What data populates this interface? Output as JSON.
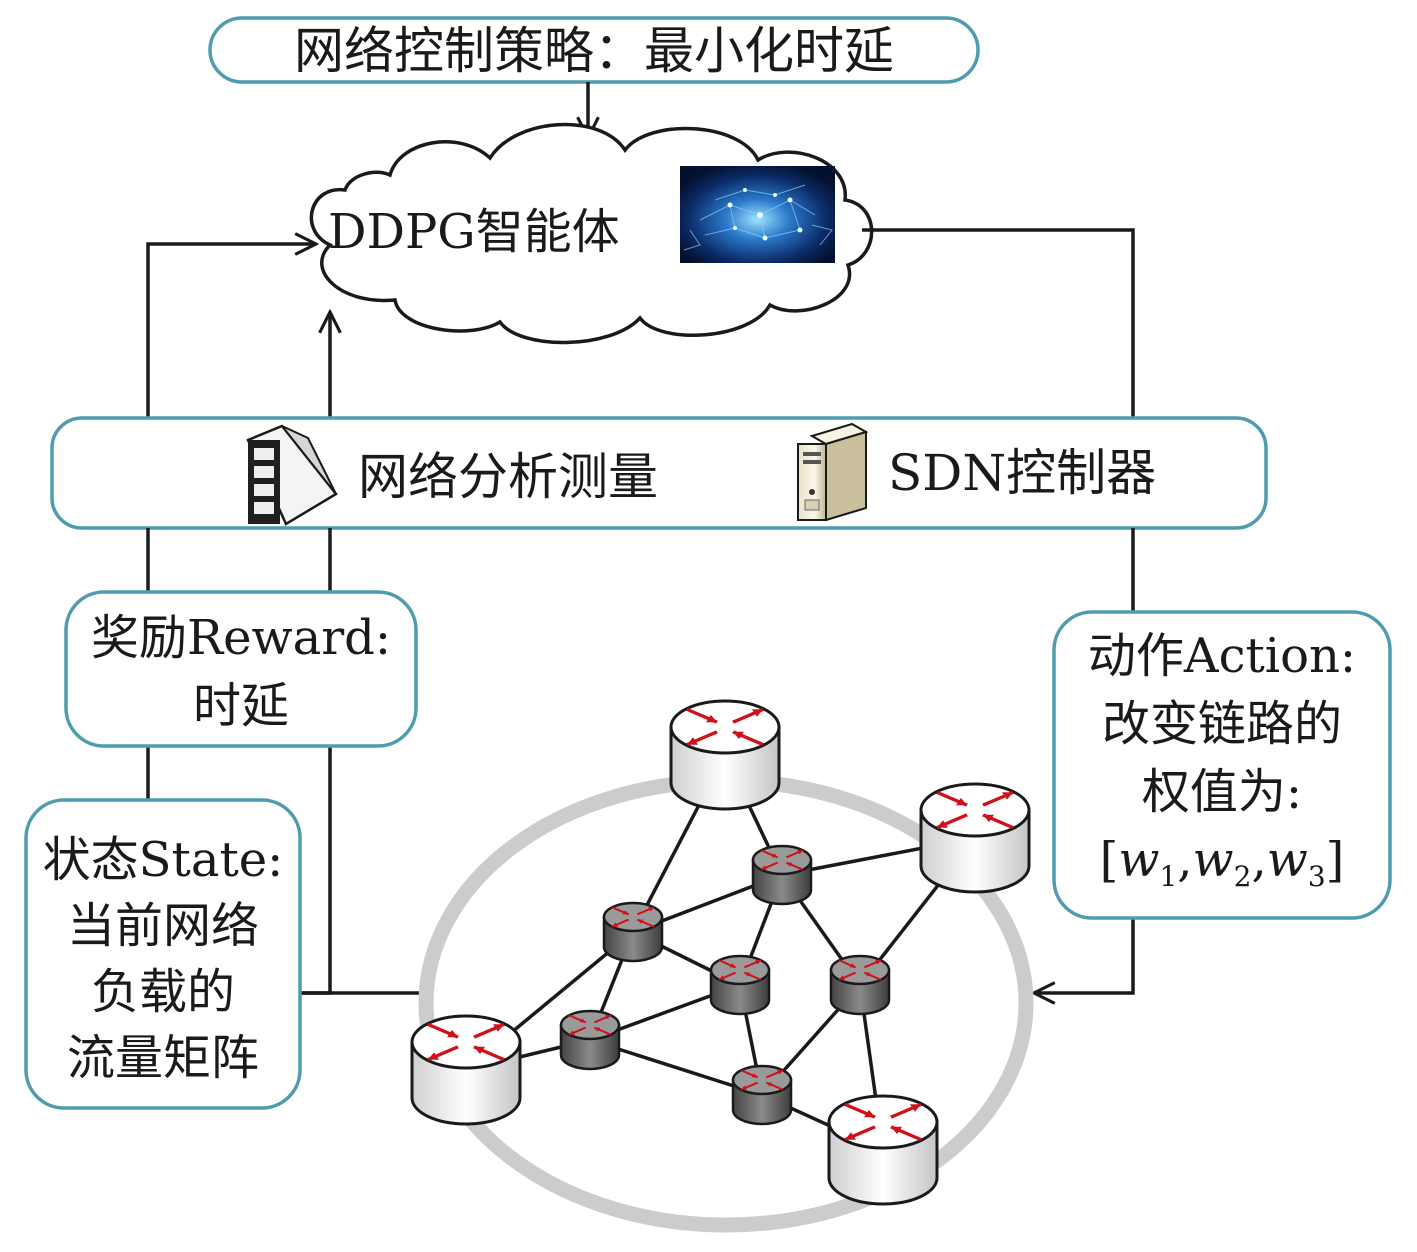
{
  "policy": {
    "text": "网络控制策略：最小化时延"
  },
  "agent": {
    "label": "DDPG智能体",
    "image": "neural-brain-image"
  },
  "platform": {
    "analysis_label": "网络分析测量",
    "controller_label": "SDN控制器",
    "analysis_icon": "server-rack-icon",
    "controller_icon": "tower-server-icon"
  },
  "reward": {
    "line1": "奖励Reward:",
    "line2": "时延"
  },
  "state": {
    "line1": "状态State:",
    "line2": "当前网络",
    "line3": "负载的",
    "line4": "流量矩阵"
  },
  "action": {
    "line1": "动作Action:",
    "line2": "改变链路的",
    "line3": "权值为:",
    "weights": {
      "open": "[",
      "w": "w",
      "sub1": "1",
      "sub2": "2",
      "sub3": "3",
      "comma": ",",
      "close": "]"
    }
  },
  "network": {
    "big_router_icon": "router-icon",
    "small_router_icon": "router-icon",
    "ring_color": "#cccccc"
  }
}
